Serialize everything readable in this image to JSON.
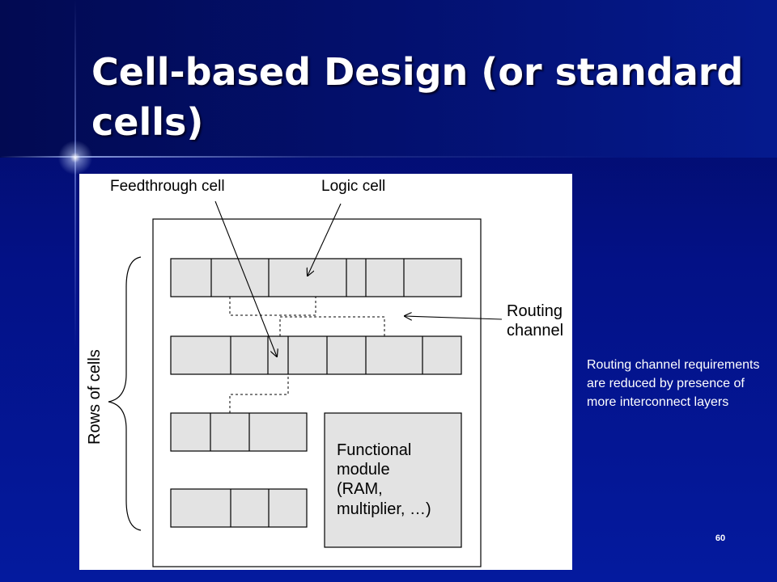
{
  "slide": {
    "title": "Cell-based Design (or standard cells)",
    "side_note": "Routing channel requirements are reduced by presence of more interconnect layers",
    "page_number": "60"
  },
  "diagram": {
    "label_feedthrough": "Feedthrough cell",
    "label_logic": "Logic cell",
    "label_routing_line1": "Routing",
    "label_routing_line2": "channel",
    "label_rows": "Rows of cells",
    "module_line1": "Functional",
    "module_line2": "module",
    "module_line3": "(RAM,",
    "module_line4": "multiplier,  …)"
  }
}
